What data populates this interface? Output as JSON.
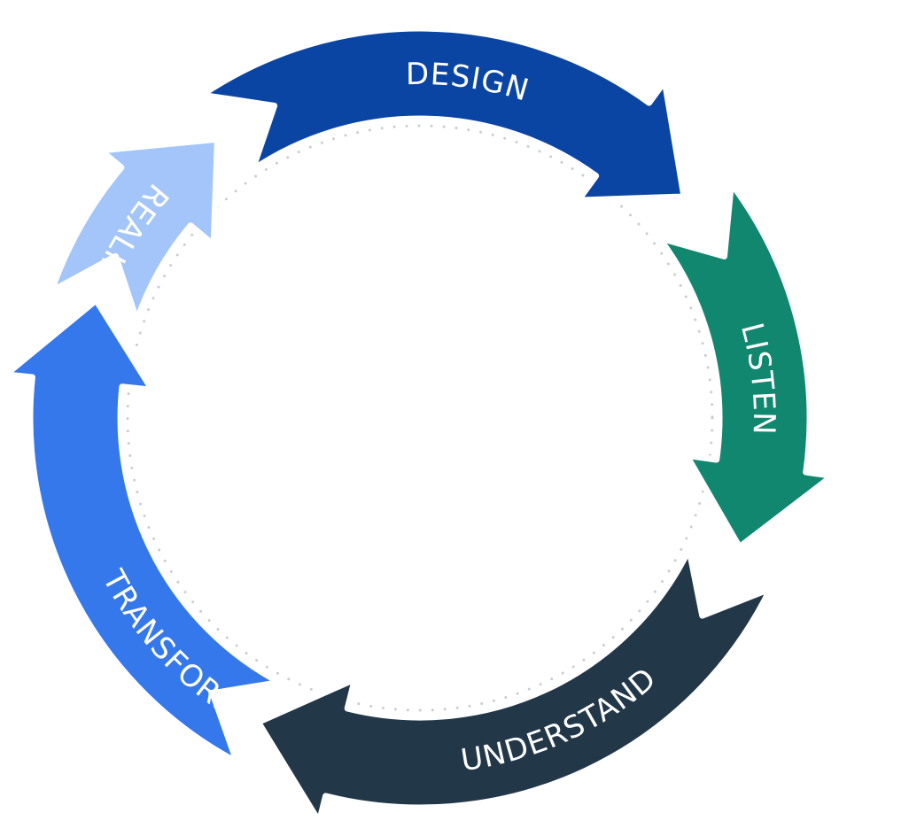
{
  "cycle": {
    "segments": [
      {
        "id": "design",
        "label": "DESIGN",
        "color": "#0b45a4"
      },
      {
        "id": "listen",
        "label": "LISTEN",
        "color": "#12876f"
      },
      {
        "id": "understand",
        "label": "UNDERSTAND",
        "color": "#223748"
      },
      {
        "id": "transform",
        "label": "TRANSFORM",
        "color": "#3578ec"
      },
      {
        "id": "realize",
        "label": "REALIZE",
        "color": "#a3c5fa"
      }
    ],
    "guide_color": "#c9cdd2"
  }
}
